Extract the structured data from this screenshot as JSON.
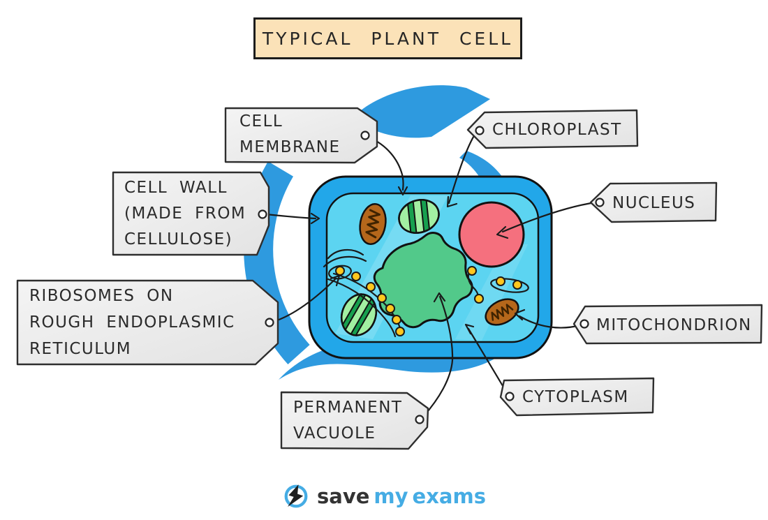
{
  "title": "TYPICAL PLANT CELL",
  "labels": {
    "cell_membrane": {
      "text": "CELL\nMEMBRANE"
    },
    "chloroplast": {
      "text": "CHLOROPLAST"
    },
    "cell_wall": {
      "text": "CELL WALL\n(MADE FROM\nCELLULOSE)"
    },
    "nucleus": {
      "text": "NUCLEUS"
    },
    "ribosomes": {
      "text": "RIBOSOMES ON\nROUGH ENDOPLASMIC\nRETICULUM"
    },
    "mitochondrion": {
      "text": "MITOCHONDRION"
    },
    "permanent_vacuole": {
      "text": "PERMANENT\nVACUOLE"
    },
    "cytoplasm": {
      "text": "CYTOPLASM"
    }
  },
  "logo": {
    "save": "save",
    "my": "my",
    "exams": "exams"
  },
  "colors": {
    "accent_swoosh_blue": "#2E9ADF",
    "cell_wall_blue": "#22A7E9",
    "cytoplasm_cyan": "#5CD4F1",
    "vacuole_green": "#52C98A",
    "chloroplast_green": "#A2EFA2",
    "chloroplast_stripe_green": "#17A04F",
    "mitochondrion_brown": "#B5671B",
    "nucleus_pink": "#F5707E",
    "ribosome_yellow": "#FFC71F",
    "label_tag_gray": "#ECECEC",
    "title_box_cream": "#FBE2B8",
    "logo_blue": "#45ACE4"
  }
}
